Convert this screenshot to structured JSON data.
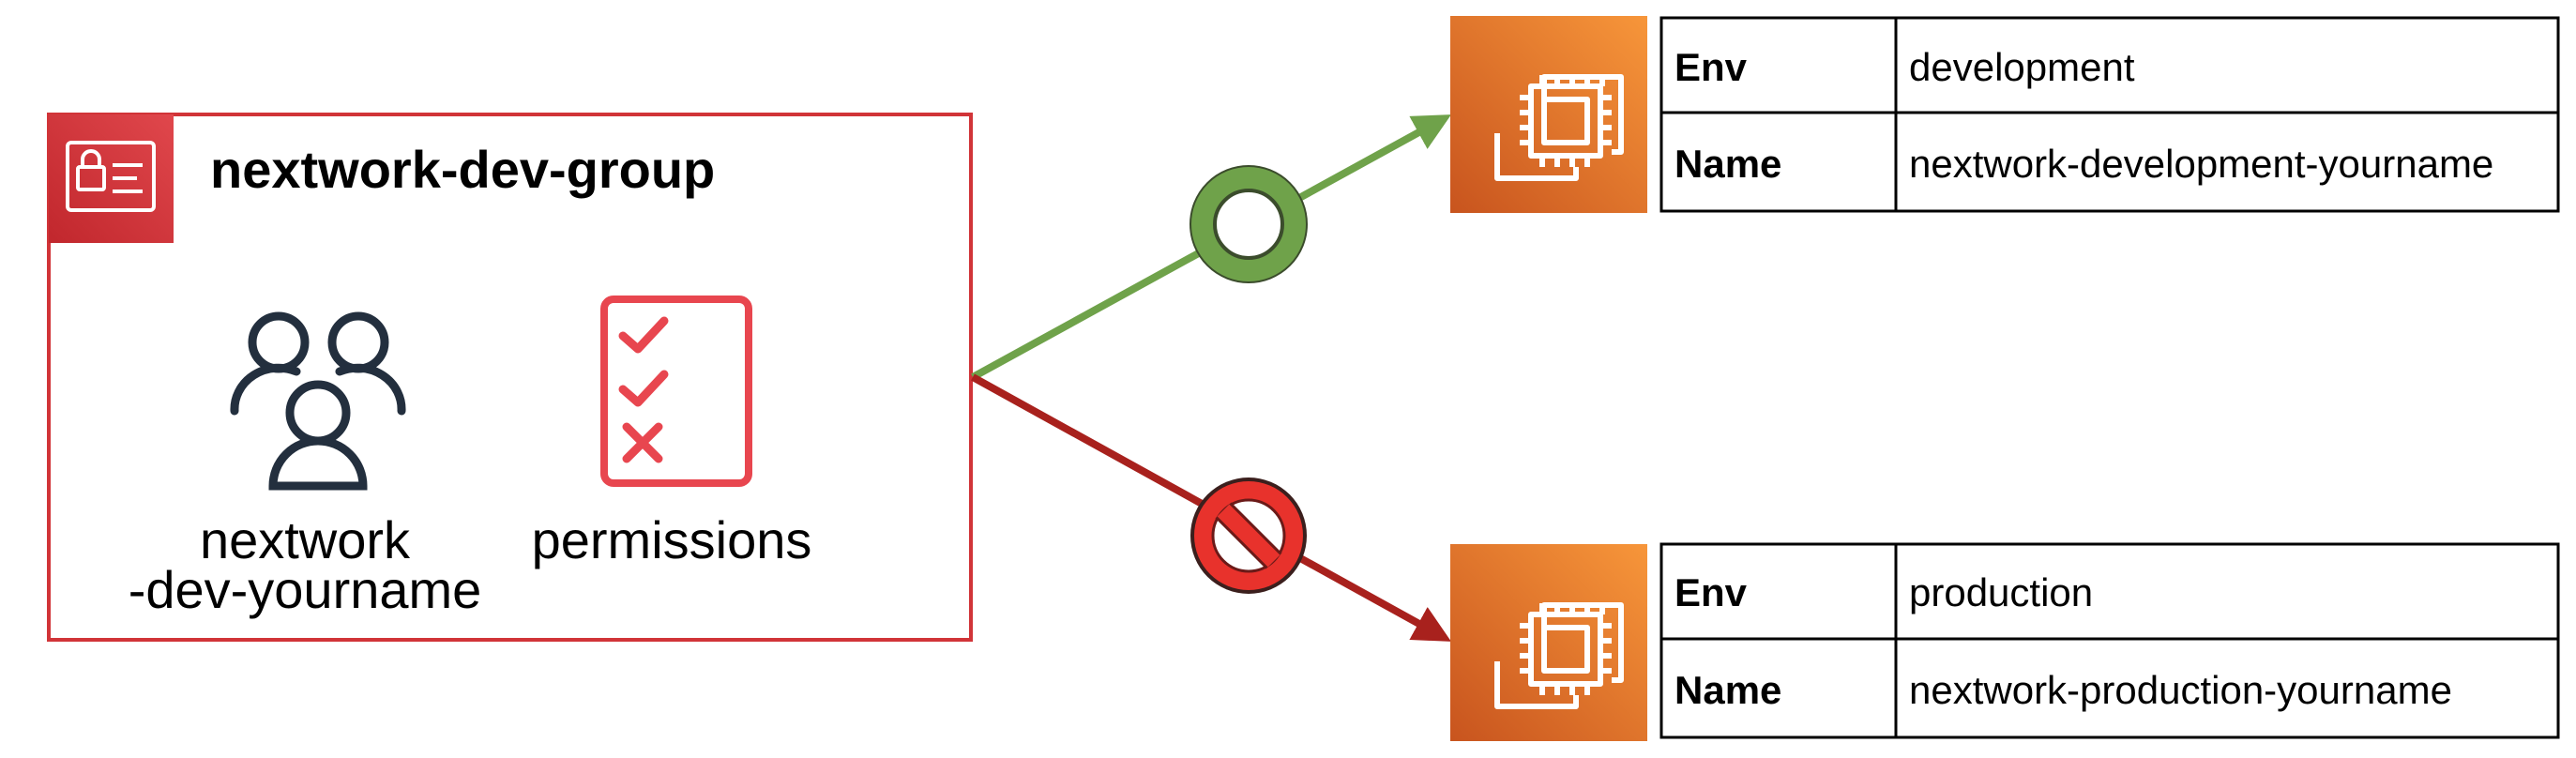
{
  "group": {
    "title": "nextwork-dev-group",
    "user_label_line1": "nextwork",
    "user_label_line2": "-dev-yourname",
    "permissions_label": "permissions"
  },
  "instances": [
    {
      "tags": [
        {
          "key": "Env",
          "value": "development"
        },
        {
          "key": "Name",
          "value": "nextwork-development-yourname"
        }
      ]
    },
    {
      "tags": [
        {
          "key": "Env",
          "value": "production"
        },
        {
          "key": "Name",
          "value": "nextwork-production-yourname"
        }
      ]
    }
  ],
  "colors": {
    "group_border": "#d13438",
    "iam_badge": "#d6242d",
    "allow_line": "#6fa24a",
    "allow_ring": "#6fa24a",
    "deny_line": "#a8211d",
    "deny_sign": "#e8322c",
    "ec2_gradient_start": "#f7963a",
    "ec2_gradient_end": "#c8541e",
    "permissions_icon": "#e8464f",
    "users_icon": "#232f3e"
  },
  "icons": {
    "group_badge": "iam-id-card-icon",
    "users": "users-group-icon",
    "permissions": "checklist-icon",
    "instance": "ec2-chip-icon",
    "allow": "allow-ring-icon",
    "deny": "prohibited-sign-icon"
  }
}
